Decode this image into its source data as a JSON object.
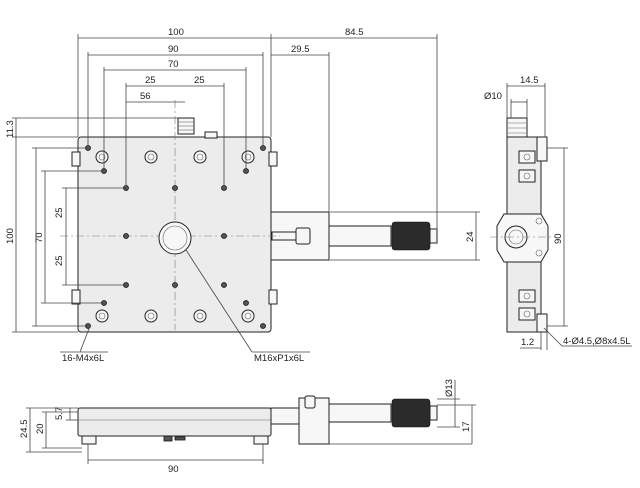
{
  "dimensions": {
    "top_100": "100",
    "top_84_5": "84.5",
    "top_90": "90",
    "top_29_5": "29.5",
    "top_70": "70",
    "top_25_left": "25",
    "top_25_right": "25",
    "top_56": "56",
    "left_11_3": "11.3",
    "left_100": "100",
    "left_70": "70",
    "left_25_upper": "25",
    "left_25_lower": "25",
    "right_24": "24",
    "side_14_5": "14.5",
    "side_phi10": "Ø10",
    "side_90": "90",
    "side_1_2": "1.2",
    "bottom_24_5": "24.5",
    "bottom_20": "20",
    "bottom_5_7": "5.7",
    "bottom_90": "90",
    "bottom_phi13": "Ø13",
    "bottom_17": "17"
  },
  "callouts": {
    "tapped_holes": "16-M4x6L",
    "center_thread": "M16xP1x6L",
    "mount_holes": "4-Ø4.5,Ø8x4.5L"
  }
}
